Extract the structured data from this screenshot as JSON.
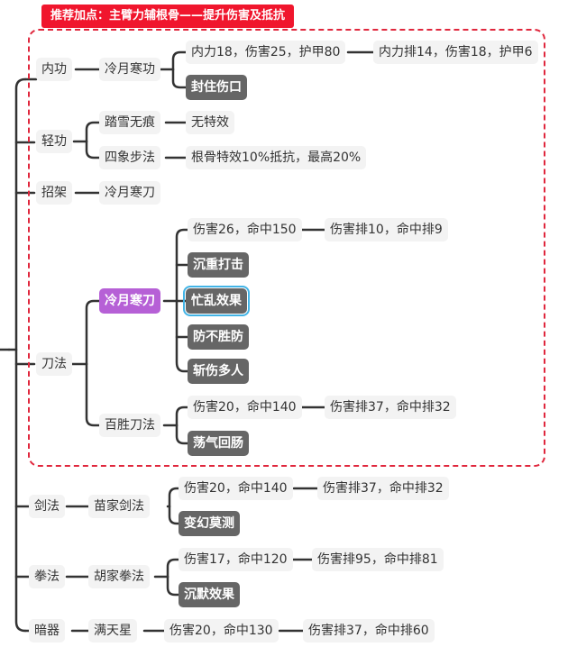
{
  "banner": "推荐加点：主臂力辅根骨——提升伤害及抵抗",
  "nodes": {
    "neigong": "内功",
    "lengyue_hangong": "冷月寒功",
    "neigong_stats": "内力18，伤害25，护甲80",
    "neigong_rank": "内力排14，伤害18，护甲6",
    "fengzhu": "封住伤口",
    "qinggong": "轻功",
    "taxue": "踏雪无痕",
    "wutexiao": "无特效",
    "sixiang": "四象步法",
    "sixiang_effect": "根骨特效10%抵抗，最高20%",
    "zhaojia": "招架",
    "zhaojia_blade": "冷月寒刀",
    "daofa": "刀法",
    "lengyue_handao": "冷月寒刀",
    "handao_stats": "伤害26，命中150",
    "handao_rank": "伤害排10，命中排9",
    "chenzhong": "沉重打击",
    "mangluan": "忙乱效果",
    "fangbu": "防不胜防",
    "zhanshang": "斩伤多人",
    "baisheng": "百胜刀法",
    "baisheng_stats": "伤害20，命中140",
    "baisheng_rank": "伤害排37，命中排32",
    "dangqi": "荡气回肠",
    "jianfa": "剑法",
    "miaojia": "苗家剑法",
    "miaojia_stats": "伤害20，命中140",
    "miaojia_rank": "伤害排37，命中排32",
    "bianhuan": "变幻莫测",
    "quanfa": "拳法",
    "hujia": "胡家拳法",
    "hujia_stats": "伤害17，命中120",
    "hujia_rank": "伤害排95，命中排81",
    "chenmo": "沉默效果",
    "anqi": "暗器",
    "mantian": "满天星",
    "mantian_stats": "伤害20，命中130",
    "mantian_rank": "伤害排37，命中排60"
  },
  "colors": {
    "banner_bg": "#f0162d",
    "dashed_border": "#e0273d",
    "dark_node": "#666666",
    "highlight_node": "#b660d6",
    "selection": "#42b4e6",
    "connector": "#333333"
  }
}
